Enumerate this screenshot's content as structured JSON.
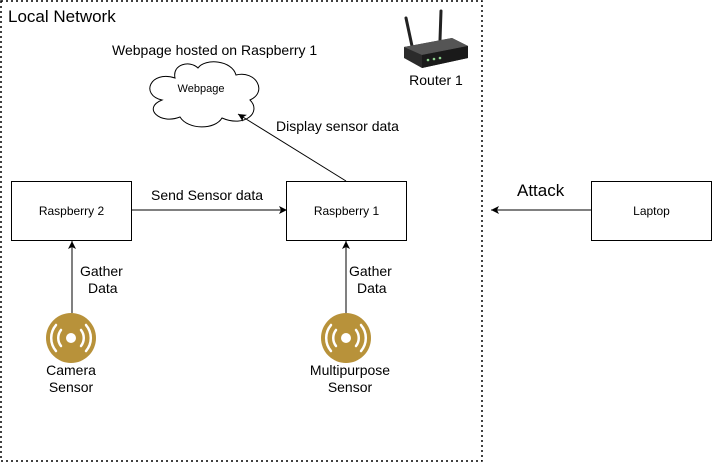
{
  "zone": {
    "title": "Local Network"
  },
  "webpage": {
    "caption": "Webpage hosted on Raspberry 1",
    "label": "Webpage"
  },
  "router": {
    "label": "Router 1"
  },
  "nodes": {
    "raspberry2": "Raspberry 2",
    "raspberry1": "Raspberry 1",
    "laptop": "Laptop"
  },
  "edges": {
    "send_sensor_data": "Send Sensor data",
    "display_sensor_data": "Display sensor data",
    "attack": "Attack",
    "gather_left": [
      "Gather",
      "Data"
    ],
    "gather_right": [
      "Gather",
      "Data"
    ]
  },
  "sensors": {
    "camera": [
      "Camera",
      "Sensor"
    ],
    "multipurpose": [
      "Multipurpose",
      "Sensor"
    ]
  },
  "colors": {
    "sensor": "#b8923a",
    "stroke": "#000000"
  }
}
